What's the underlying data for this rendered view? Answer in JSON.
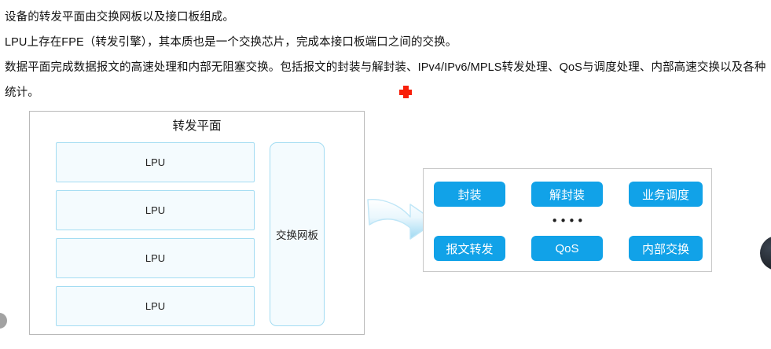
{
  "document": {
    "paragraphs": [
      "设备的转发平面由交换网板以及接口板组成。",
      "LPU上存在FPE（转发引擎），其本质也是一个交换芯片，完成本接口板端口之间的交换。",
      "数据平面完成数据报文的高速处理和内部无阻塞交换。包括报文的封装与解封装、IPv4/IPv6/MPLS转发处理、QoS与调度处理、内部高速交换以及各种统计。"
    ]
  },
  "marker": {
    "name": "red-cross-marker",
    "color": "#f81f09"
  },
  "diagram": {
    "forwarding_plane": {
      "title": "转发平面",
      "lpu_boxes": [
        {
          "label": "LPU"
        },
        {
          "label": "LPU"
        },
        {
          "label": "LPU"
        },
        {
          "label": "LPU"
        }
      ],
      "switch_fabric": {
        "label": "交换网板"
      },
      "border_color": "#b9b9b9",
      "box_border_color": "#a3dcf2",
      "box_fill_color": "#f4fbfe"
    },
    "arrow": {
      "name": "flow-arrow",
      "direction": "right",
      "fill_start": "#ffffff",
      "fill_end": "#9fd9f2"
    },
    "functions_panel": {
      "border_color": "#c8c8c8",
      "pill_color": "#11a2e8",
      "pill_text_color": "#ffffff",
      "row1": [
        {
          "label": "封装"
        },
        {
          "label": "解封装"
        },
        {
          "label": "业务调度"
        }
      ],
      "ellipsis": "••••",
      "row2": [
        {
          "label": "报文转发"
        },
        {
          "label": "QoS"
        },
        {
          "label": "内部交换"
        }
      ]
    }
  }
}
